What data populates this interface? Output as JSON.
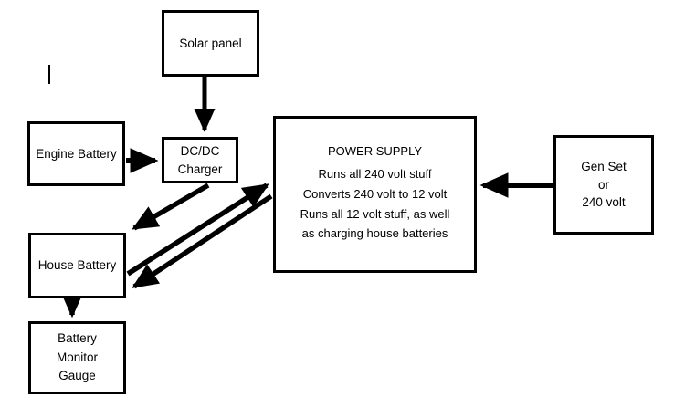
{
  "diagram": {
    "title_text_visible": false,
    "background_color": "#ffffff",
    "stroke_color": "#000000",
    "nodes": [
      {
        "id": "solar-panel",
        "lines": [
          "Solar panel"
        ]
      },
      {
        "id": "engine-battery",
        "lines": [
          "Engine Battery"
        ]
      },
      {
        "id": "dcdc-charger",
        "lines": [
          "DC/DC",
          "Charger"
        ]
      },
      {
        "id": "power-supply",
        "lines": [
          "POWER SUPPLY",
          "Runs all 240 volt stuff",
          "Converts 240 volt to 12 volt",
          "Runs all 12 volt stuff, as well",
          "as charging house batteries"
        ]
      },
      {
        "id": "gen-set",
        "lines": [
          "Gen Set",
          "or",
          "240 volt"
        ]
      },
      {
        "id": "house-battery",
        "lines": [
          "House Battery"
        ]
      },
      {
        "id": "battery-monitor-gauge",
        "lines": [
          "Battery",
          "Monitor",
          "Gauge"
        ]
      }
    ],
    "edges": [
      {
        "id": "solar-to-charger",
        "from": "solar-panel",
        "to": "dcdc-charger",
        "direction": "one-way"
      },
      {
        "id": "engine-to-charger",
        "from": "engine-battery",
        "to": "dcdc-charger",
        "direction": "one-way"
      },
      {
        "id": "charger-to-house",
        "from": "dcdc-charger",
        "to": "house-battery",
        "direction": "one-way"
      },
      {
        "id": "house-to-power",
        "from": "house-battery",
        "to": "power-supply",
        "direction": "one-way"
      },
      {
        "id": "power-to-house",
        "from": "power-supply",
        "to": "house-battery",
        "direction": "one-way"
      },
      {
        "id": "genset-to-power",
        "from": "gen-set",
        "to": "power-supply",
        "direction": "one-way"
      },
      {
        "id": "house-to-monitor",
        "from": "house-battery",
        "to": "battery-monitor-gauge",
        "direction": "one-way"
      }
    ],
    "artifacts": [
      {
        "id": "text-caret",
        "description": "text cursor mark"
      }
    ]
  }
}
